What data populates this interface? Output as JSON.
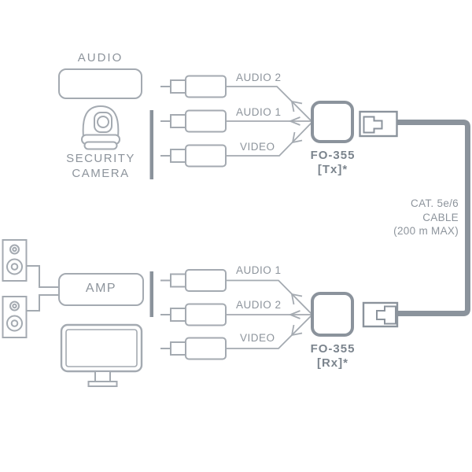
{
  "source_side": {
    "audio_device_label": "AUDIO",
    "camera_label_line1": "SECURITY",
    "camera_label_line2": "CAMERA"
  },
  "transmitter": {
    "inputs": [
      "AUDIO 2",
      "AUDIO 1",
      "VIDEO"
    ],
    "name": "FO-355",
    "role": "[Tx]*"
  },
  "cable": {
    "type": "CAT. 5e/6",
    "label": "CABLE",
    "max_length": "(200 m MAX)"
  },
  "receiver": {
    "outputs": [
      "AUDIO 1",
      "AUDIO 2",
      "VIDEO"
    ],
    "name": "FO-355",
    "role": "[Rx]*"
  },
  "output_side": {
    "amp_label": "AMP"
  },
  "colors": {
    "line": "#a4aab1",
    "thick": "#8b939c",
    "text": "#8d949c",
    "device_text": "#7b848d",
    "background": "#ffffff"
  }
}
